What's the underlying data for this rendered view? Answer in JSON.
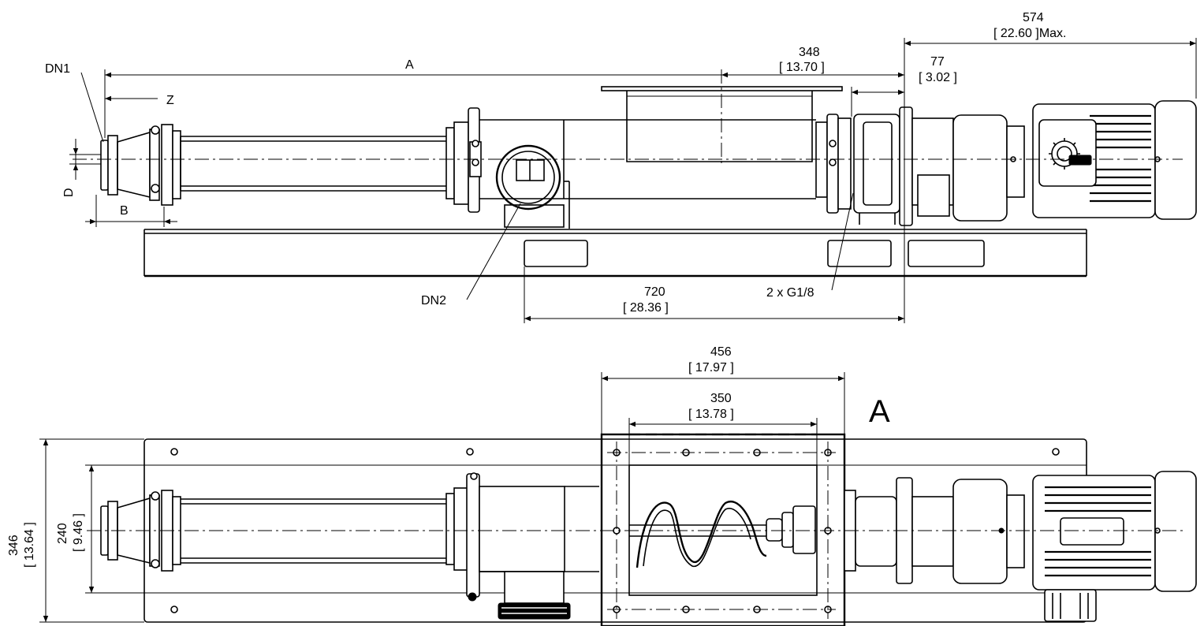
{
  "labels": {
    "dn1": "DN1",
    "dn2": "DN2",
    "a": "A",
    "z": "Z",
    "d": "D",
    "b": "B",
    "g18": "2 x G1/8",
    "view_a": "A"
  },
  "dimensions": {
    "d574": {
      "value": "574",
      "imperial": "[ 22.60 ]Max."
    },
    "d348": {
      "value": "348",
      "imperial": "[ 13.70 ]"
    },
    "d77": {
      "value": "77",
      "imperial": "[ 3.02 ]"
    },
    "d720": {
      "value": "720",
      "imperial": "[ 28.36 ]"
    },
    "d456": {
      "value": "456",
      "imperial": "[ 17.97 ]"
    },
    "d350": {
      "value": "350",
      "imperial": "[ 13.78 ]"
    },
    "d346": {
      "value": "346",
      "imperial": "[ 13.64 ]"
    },
    "d240": {
      "value": "240",
      "imperial": "[ 9.46 ]"
    }
  },
  "icons": {
    "logo": "nord-gear-logo-icon"
  }
}
